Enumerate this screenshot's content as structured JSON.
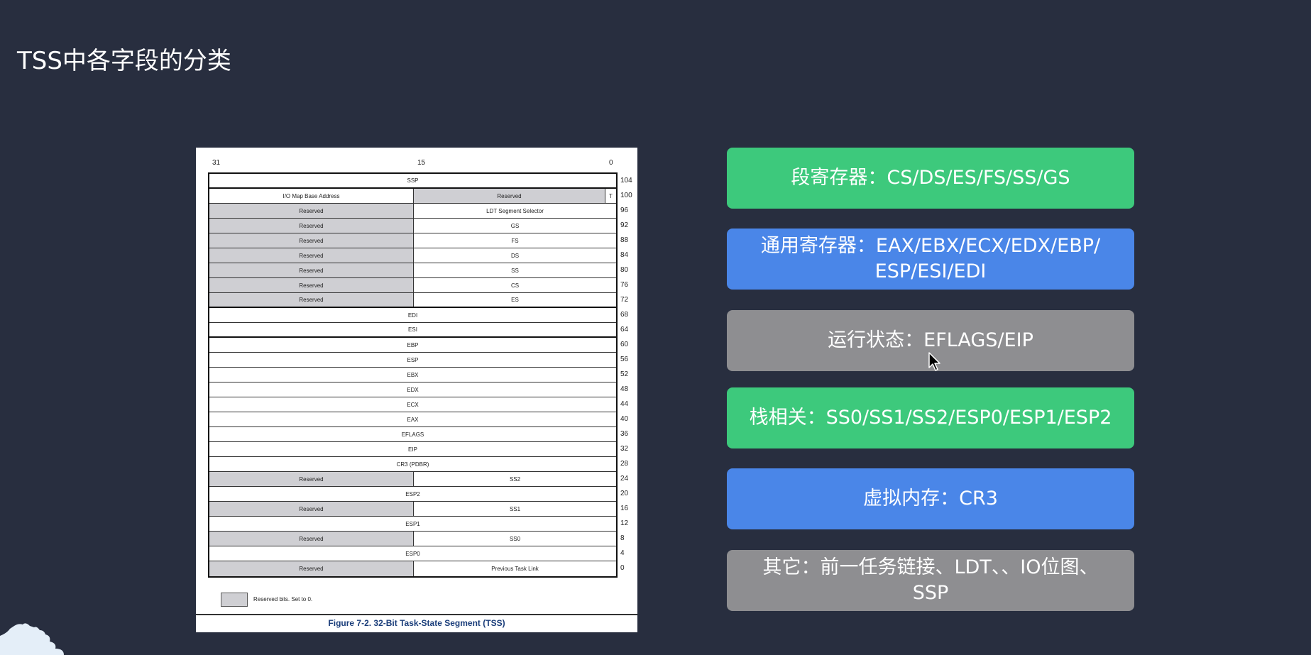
{
  "title": "TSS中各字段的分类",
  "figure": {
    "bit_labels": {
      "high": "31",
      "mid": "15",
      "low": "0"
    },
    "rows": [
      {
        "offset": "104",
        "cells": [
          {
            "text": "SSP",
            "span": "full",
            "reserved": false
          }
        ],
        "heavy": true
      },
      {
        "offset": "100",
        "cells": [
          {
            "text": "I/O Map Base Address",
            "span": "left",
            "reserved": false
          },
          {
            "text": "Reserved",
            "span": "right",
            "reserved": true
          },
          {
            "text": "T",
            "span": "t",
            "reserved": false
          }
        ],
        "heavy": false
      },
      {
        "offset": "96",
        "cells": [
          {
            "text": "Reserved",
            "span": "left",
            "reserved": true
          },
          {
            "text": "LDT Segment Selector",
            "span": "right",
            "reserved": false
          }
        ],
        "heavy": false
      },
      {
        "offset": "92",
        "cells": [
          {
            "text": "Reserved",
            "span": "left",
            "reserved": true
          },
          {
            "text": "GS",
            "span": "right",
            "reserved": false
          }
        ],
        "heavy": false
      },
      {
        "offset": "88",
        "cells": [
          {
            "text": "Reserved",
            "span": "left",
            "reserved": true
          },
          {
            "text": "FS",
            "span": "right",
            "reserved": false
          }
        ],
        "heavy": false
      },
      {
        "offset": "84",
        "cells": [
          {
            "text": "Reserved",
            "span": "left",
            "reserved": true
          },
          {
            "text": "DS",
            "span": "right",
            "reserved": false
          }
        ],
        "heavy": false
      },
      {
        "offset": "80",
        "cells": [
          {
            "text": "Reserved",
            "span": "left",
            "reserved": true
          },
          {
            "text": "SS",
            "span": "right",
            "reserved": false
          }
        ],
        "heavy": false
      },
      {
        "offset": "76",
        "cells": [
          {
            "text": "Reserved",
            "span": "left",
            "reserved": true
          },
          {
            "text": "CS",
            "span": "right",
            "reserved": false
          }
        ],
        "heavy": false
      },
      {
        "offset": "72",
        "cells": [
          {
            "text": "Reserved",
            "span": "left",
            "reserved": true
          },
          {
            "text": "ES",
            "span": "right",
            "reserved": false
          }
        ],
        "heavy": true
      },
      {
        "offset": "68",
        "cells": [
          {
            "text": "EDI",
            "span": "full",
            "reserved": false
          }
        ],
        "heavy": false
      },
      {
        "offset": "64",
        "cells": [
          {
            "text": "ESI",
            "span": "full",
            "reserved": false
          }
        ],
        "heavy": true
      },
      {
        "offset": "60",
        "cells": [
          {
            "text": "EBP",
            "span": "full",
            "reserved": false
          }
        ],
        "heavy": false
      },
      {
        "offset": "56",
        "cells": [
          {
            "text": "ESP",
            "span": "full",
            "reserved": false
          }
        ],
        "heavy": false
      },
      {
        "offset": "52",
        "cells": [
          {
            "text": "EBX",
            "span": "full",
            "reserved": false
          }
        ],
        "heavy": false
      },
      {
        "offset": "48",
        "cells": [
          {
            "text": "EDX",
            "span": "full",
            "reserved": false
          }
        ],
        "heavy": false
      },
      {
        "offset": "44",
        "cells": [
          {
            "text": "ECX",
            "span": "full",
            "reserved": false
          }
        ],
        "heavy": false
      },
      {
        "offset": "40",
        "cells": [
          {
            "text": "EAX",
            "span": "full",
            "reserved": false
          }
        ],
        "heavy": false
      },
      {
        "offset": "36",
        "cells": [
          {
            "text": "EFLAGS",
            "span": "full",
            "reserved": false
          }
        ],
        "heavy": false
      },
      {
        "offset": "32",
        "cells": [
          {
            "text": "EIP",
            "span": "full",
            "reserved": false
          }
        ],
        "heavy": false
      },
      {
        "offset": "28",
        "cells": [
          {
            "text": "CR3 (PDBR)",
            "span": "full",
            "reserved": false
          }
        ],
        "heavy": false
      },
      {
        "offset": "24",
        "cells": [
          {
            "text": "Reserved",
            "span": "left",
            "reserved": true
          },
          {
            "text": "SS2",
            "span": "right",
            "reserved": false
          }
        ],
        "heavy": false
      },
      {
        "offset": "20",
        "cells": [
          {
            "text": "ESP2",
            "span": "full",
            "reserved": false
          }
        ],
        "heavy": false
      },
      {
        "offset": "16",
        "cells": [
          {
            "text": "Reserved",
            "span": "left",
            "reserved": true
          },
          {
            "text": "SS1",
            "span": "right",
            "reserved": false
          }
        ],
        "heavy": false
      },
      {
        "offset": "12",
        "cells": [
          {
            "text": "ESP1",
            "span": "full",
            "reserved": false
          }
        ],
        "heavy": false
      },
      {
        "offset": "8",
        "cells": [
          {
            "text": "Reserved",
            "span": "left",
            "reserved": true
          },
          {
            "text": "SS0",
            "span": "right",
            "reserved": false
          }
        ],
        "heavy": false
      },
      {
        "offset": "4",
        "cells": [
          {
            "text": "ESP0",
            "span": "full",
            "reserved": false
          }
        ],
        "heavy": false
      },
      {
        "offset": "0",
        "cells": [
          {
            "text": "Reserved",
            "span": "left",
            "reserved": true
          },
          {
            "text": "Previous Task Link",
            "span": "right",
            "reserved": false
          }
        ],
        "heavy": false
      }
    ],
    "legend_text": "Reserved bits. Set to 0.",
    "caption": "Figure 7-2.  32-Bit Task-State Segment (TSS)"
  },
  "categories": [
    {
      "id": "segment-registers",
      "lines": [
        "段寄存器：CS/DS/ES/FS/SS/GS"
      ],
      "color": "#3dc97c"
    },
    {
      "id": "general-registers",
      "lines": [
        "通用寄存器：EAX/EBX/ECX/EDX/EBP/",
        "ESP/ESI/EDI"
      ],
      "color": "#4a86e8"
    },
    {
      "id": "run-state",
      "lines": [
        "运行状态：EFLAGS/EIP"
      ],
      "color": "#8e8e91"
    },
    {
      "id": "stack-related",
      "lines": [
        "栈相关：SS0/SS1/SS2/ESP0/ESP1/ESP2"
      ],
      "color": "#3dc97c"
    },
    {
      "id": "virtual-memory",
      "lines": [
        "虚拟内存：CR3"
      ],
      "color": "#4a86e8"
    },
    {
      "id": "other",
      "lines": [
        "其它：前一任务链接、LDT、、IO位图、",
        "SSP"
      ],
      "color": "#8e8e91"
    }
  ],
  "colors": {
    "background": "#282e3f",
    "reserved_fill": "#cfcfd3",
    "caption_text": "#1a3d7a"
  }
}
